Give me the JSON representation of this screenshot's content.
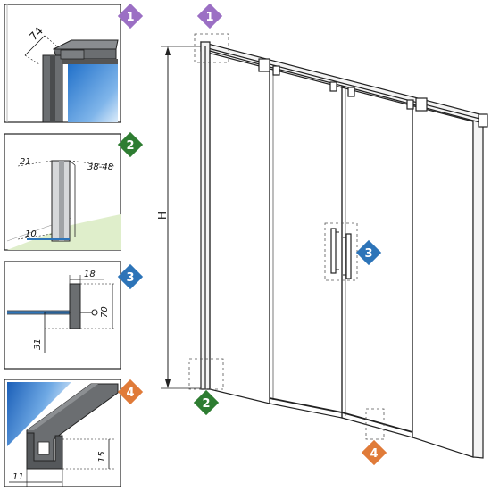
{
  "colors": {
    "marker_1": "#9b6fc4",
    "marker_2": "#2e7d32",
    "marker_3": "#2d74b8",
    "marker_4": "#e07b39",
    "glass_blue": "#4a90d9",
    "floor_green": "#dfeecb",
    "profile_gray": "#6b6e71"
  },
  "markers": {
    "m1": "1",
    "m2": "2",
    "m3": "3",
    "m4": "4"
  },
  "details": {
    "d1": {
      "dim_a": "74"
    },
    "d2": {
      "dim_a": "21",
      "dim_b": "38-48",
      "dim_c": "10"
    },
    "d3": {
      "dim_a": "18",
      "dim_b": "70",
      "dim_c": "31"
    },
    "d4": {
      "dim_a": "11",
      "dim_b": "15"
    }
  },
  "main": {
    "height_label": "H"
  }
}
